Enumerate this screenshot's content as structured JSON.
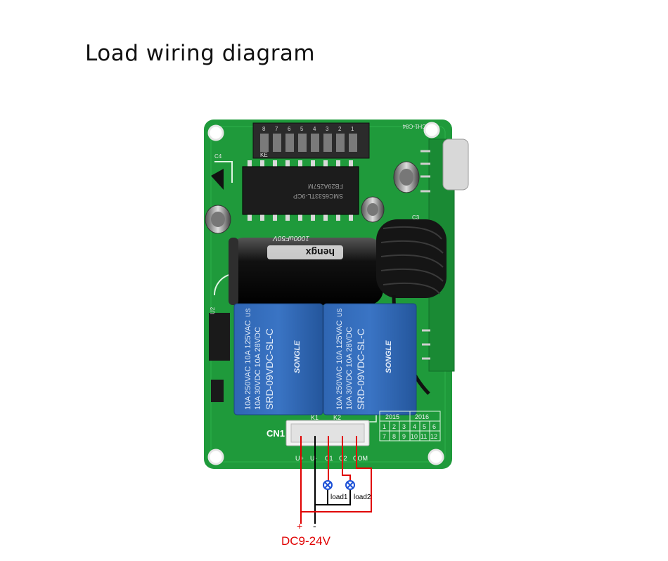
{
  "title": "Load wiring diagram",
  "board": {
    "chip_marking": "SMC6533TL-9CP",
    "chip_code": "FB29A257M",
    "capacitor_brand": "hengx",
    "capacitor_rating": "1000uF50V",
    "relay": {
      "brand": "SONGLE",
      "model": "SRD-09VDC-SL-C",
      "rating_1": "10A 250VAC  10A 125VAC",
      "rating_2": "10A 30VDC  10A 28VDC",
      "us": "US"
    },
    "dip_numbers": [
      "8",
      "7",
      "6",
      "5",
      "4",
      "3",
      "2",
      "1"
    ],
    "silkscreen": {
      "cn1": "CN1",
      "k1": "K1",
      "k2": "K2",
      "u2": "U2",
      "c4": "C4",
      "c3": "C3",
      "ke": "KE",
      "board_id": "CH1-C84"
    },
    "years": [
      "2015",
      "2016"
    ],
    "grid_row1": [
      "1",
      "2",
      "3",
      "4",
      "5",
      "6"
    ],
    "grid_row2": [
      "7",
      "8",
      "9",
      "10",
      "11",
      "12"
    ],
    "terminals": [
      "U+",
      "U-",
      "C1",
      "C2",
      "COM"
    ]
  },
  "wiring": {
    "load1": "load1",
    "load2": "load2",
    "plus": "+",
    "minus": "-",
    "supply": "DC9-24V"
  },
  "colors": {
    "pcb": "#1f9a3b",
    "wire_positive": "#e00000",
    "wire_negative": "#000000",
    "relay": "#2a5fa8",
    "lamp": "#1a4fd6"
  }
}
